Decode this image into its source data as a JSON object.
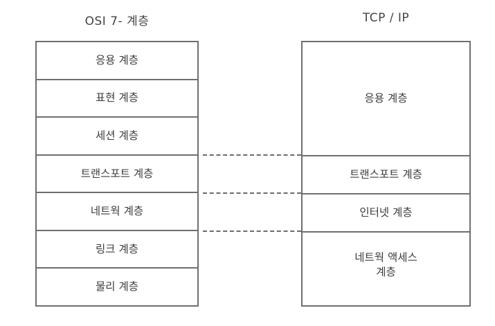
{
  "diagram": {
    "title": "OSI 7 Layer model compared with TCP/IP model",
    "background_color": "#ffffff",
    "line_color": "#6e6e6e",
    "text_color": "#3c3c3c",
    "dash_color": "#6a6a6a"
  },
  "osi": {
    "title": "OSI 7- 계층",
    "layers": [
      {
        "label": "응용 계층"
      },
      {
        "label": "표현 계층"
      },
      {
        "label": "세션 계층"
      },
      {
        "label": "트랜스포트 계층"
      },
      {
        "label": "네트웍 계층"
      },
      {
        "label": "링크 계층"
      },
      {
        "label": "물리 계층"
      }
    ]
  },
  "tcpip": {
    "title": "TCP / IP",
    "layers": [
      {
        "label": "응용 계층"
      },
      {
        "label": "트랜스포트 계층"
      },
      {
        "label": "인터넷 계층"
      },
      {
        "label": "네트웍 액세스\n계층"
      }
    ]
  },
  "connectors": [
    {
      "name": "session-to-application-boundary"
    },
    {
      "name": "transport-to-internet-boundary"
    },
    {
      "name": "network-to-access-boundary"
    }
  ]
}
